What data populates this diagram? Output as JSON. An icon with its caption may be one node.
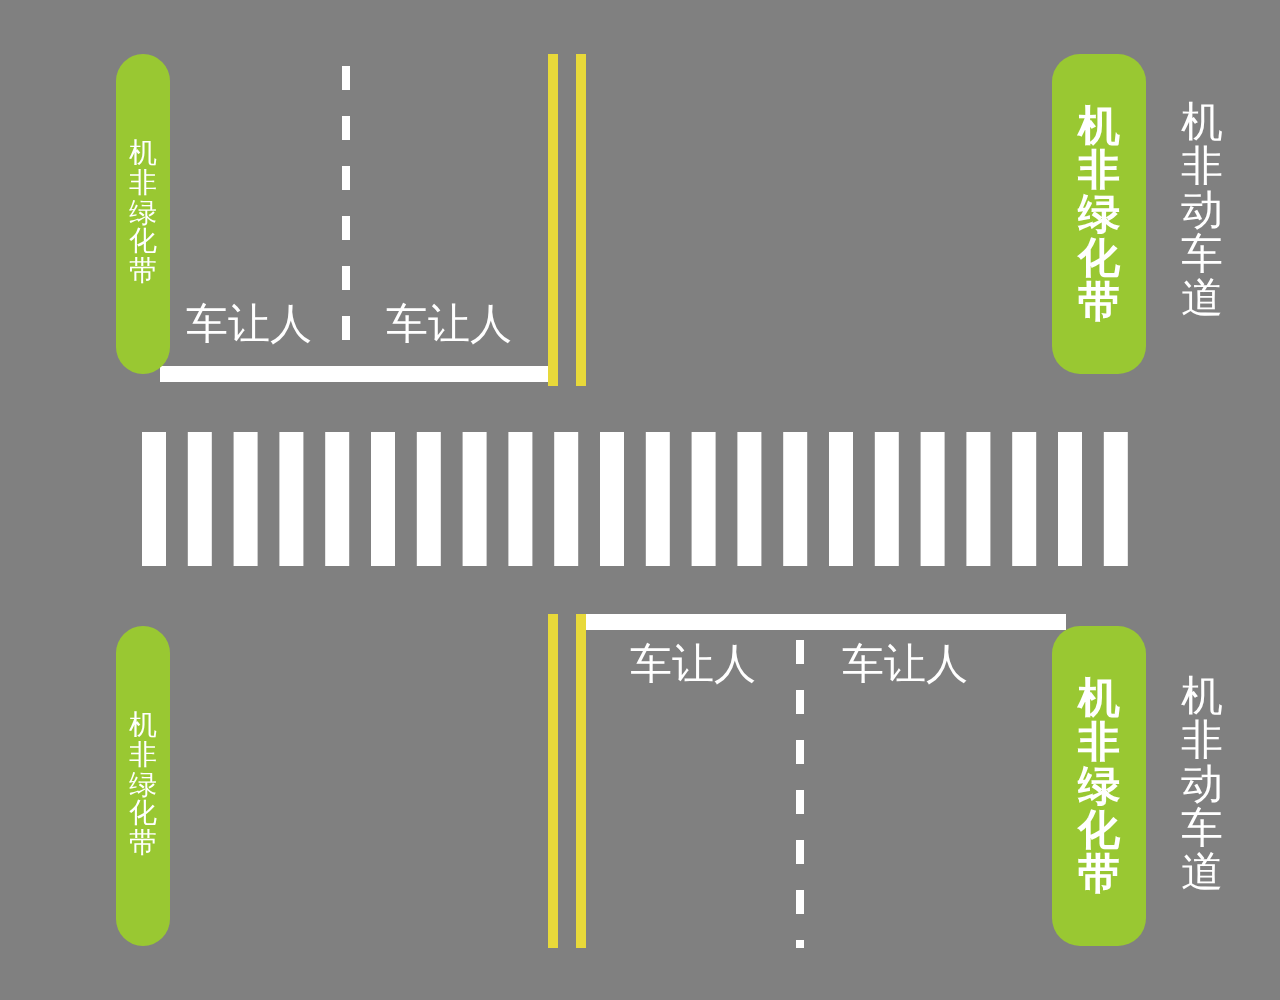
{
  "diagram": {
    "nodes": [
      {
        "text": [
          "机非绿化带"
        ]
      },
      {
        "text": [
          "机非绿化带"
        ]
      },
      {
        "text": [
          "机非绿化带"
        ]
      },
      {
        "text": [
          "机非绿化带"
        ]
      }
    ],
    "labels": [
      "机非动车道",
      "车让人",
      "车让人",
      "车让人",
      "车让人",
      "机非动车道"
    ]
  }
}
